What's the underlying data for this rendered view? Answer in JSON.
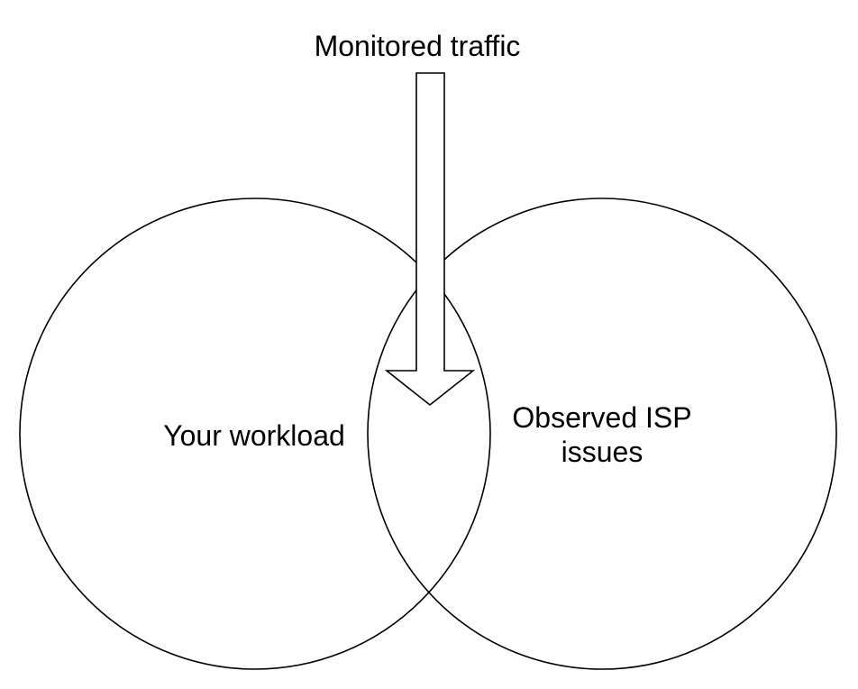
{
  "diagram": {
    "arrow_label": "Monitored traffic",
    "left_circle_label": "Your workload",
    "right_circle_label_line1": "Observed ISP",
    "right_circle_label_line2": "issues",
    "stroke_color": "#000000",
    "background_color": "#ffffff"
  }
}
